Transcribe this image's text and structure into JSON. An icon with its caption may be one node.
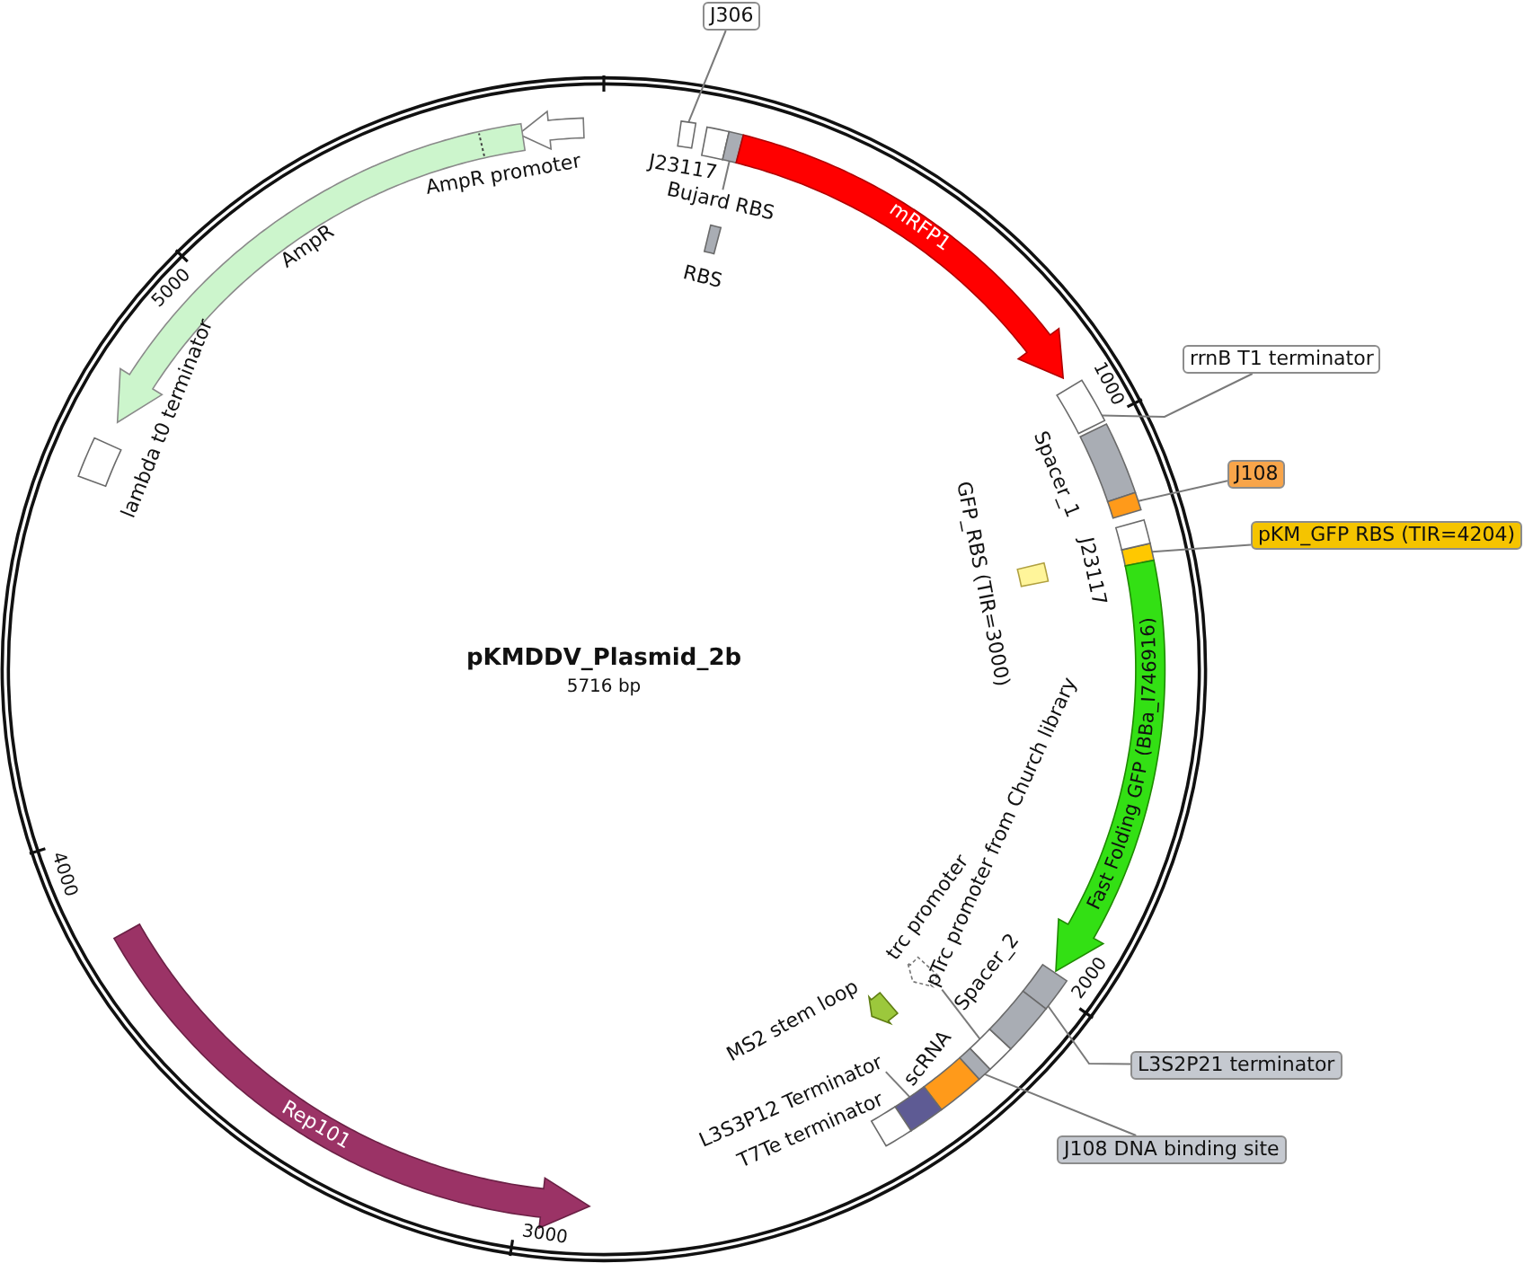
{
  "diagram": {
    "title": "pKMDDV_Plasmid_2b",
    "nodes": [
      {
        "text": [
          "J306"
        ]
      },
      {
        "text": [],
        "shape": "box"
      },
      {
        "text": [
          "AmpR promoter"
        ]
      },
      {
        "text": [
          "J23117"
        ]
      },
      {
        "text": [],
        "shape": "box"
      },
      {
        "text": [
          "Bujard RBS"
        ]
      },
      {
        "text": [
          "mRFP1"
        ]
      },
      {
        "text": [
          "AmpR"
        ]
      },
      {
        "text": [
          "RBS"
        ]
      },
      {
        "text": [
          "rrnB T1 terminator"
        ]
      },
      {
        "text": [],
        "shape": "box"
      },
      {
        "text": [
          "Spacer_1"
        ]
      },
      {
        "text": [
          "lambda t0 terminator"
        ]
      },
      {
        "text": [
          "J108"
        ]
      },
      {
        "text": [],
        "shape": "box"
      },
      {
        "text": [
          "GFP_RBS (TIR=3000)"
        ]
      },
      {
        "text": [
          "pKM_GFP RBS (TIR=4204)"
        ]
      },
      {
        "text": [],
        "shape": "box"
      },
      {
        "text": [
          "J23117"
        ]
      },
      {
        "text": [
          "Fast Folding GFP (BBa_I746916)"
        ]
      },
      {
        "text": [
          "trc promoter"
        ]
      },
      {
        "text": [
          "pTrc promoter from Church library"
        ]
      },
      {
        "text": [],
        "shape": "box"
      },
      {
        "text": [],
        "shape": "box"
      },
      {
        "text": [
          "L3S2P21 terminator"
        ]
      },
      {
        "text": [
          "Spacer_2"
        ]
      },
      {
        "text": [
          "MS2 stem loop"
        ]
      },
      {
        "text": [
          "scRNA"
        ]
      },
      {
        "text": [],
        "shape": "box"
      },
      {
        "text": [
          "L3S3P12 Terminator"
        ]
      },
      {
        "text": [],
        "shape": "box"
      },
      {
        "text": [
          "J108 DNA binding site"
        ]
      },
      {
        "text": [
          "T7Te terminator"
        ]
      },
      {
        "text": [
          "Rep101"
        ]
      }
    ],
    "edges": [
      {
        "from": 0,
        "to": 1,
        "arrow": "none"
      },
      {
        "from": 5,
        "to": 4,
        "arrow": "none"
      },
      {
        "from": 9,
        "to": 10,
        "arrow": "none"
      },
      {
        "from": 13,
        "to": 14,
        "arrow": "none"
      },
      {
        "from": 16,
        "to": 17,
        "arrow": "none"
      },
      {
        "from": 21,
        "to": 22,
        "arrow": "none"
      },
      {
        "from": 24,
        "to": 23,
        "arrow": "none"
      },
      {
        "from": 29,
        "to": 30,
        "arrow": "none"
      },
      {
        "from": 31,
        "to": 28,
        "arrow": "none"
      }
    ],
    "labels": [
      "5000",
      "1000",
      "5716 bp",
      "4000",
      "2000",
      "3000"
    ]
  }
}
